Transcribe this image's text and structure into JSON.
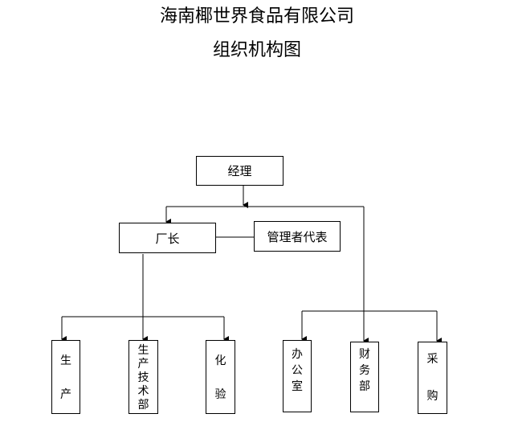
{
  "title": {
    "company": "海南椰世界食品有限公司",
    "chart": "组织机构图"
  },
  "nodes": {
    "manager": "经理",
    "factory_head": "厂长",
    "management_rep": "管理者代表",
    "production": [
      "生",
      "产"
    ],
    "production_tech": [
      "生",
      "产",
      "技",
      "术",
      "部"
    ],
    "lab": [
      "化",
      "验"
    ],
    "office": [
      "办",
      "公",
      "室"
    ],
    "finance": [
      "财",
      "务",
      "部"
    ],
    "purchasing": [
      "采",
      "购"
    ]
  }
}
